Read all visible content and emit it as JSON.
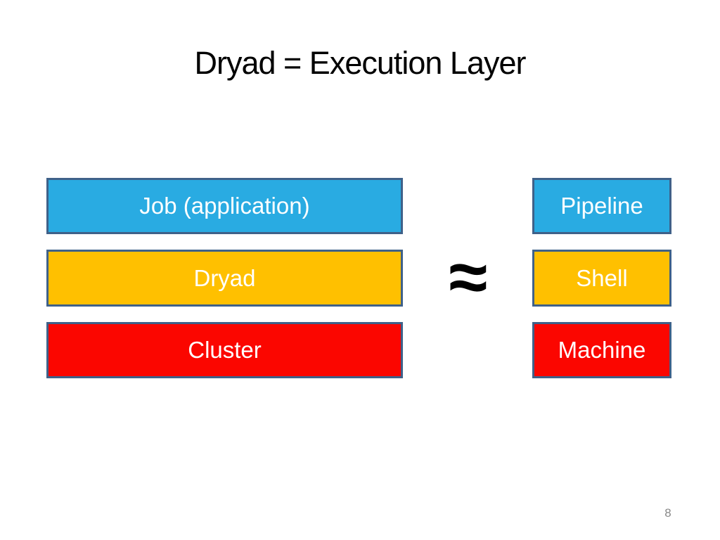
{
  "slide": {
    "title": "Dryad = Execution Layer",
    "approx_symbol": "≈",
    "page_number": "8",
    "left_column": [
      {
        "label": "Job (application)",
        "color": "#29ABE2"
      },
      {
        "label": "Dryad",
        "color": "#FFC000"
      },
      {
        "label": "Cluster",
        "color": "#FB0600"
      }
    ],
    "right_column": [
      {
        "label": "Pipeline",
        "color": "#29ABE2"
      },
      {
        "label": "Shell",
        "color": "#FFC000"
      },
      {
        "label": "Machine",
        "color": "#FB0600"
      }
    ],
    "colors": {
      "box_border": "#3F6189",
      "box_text": "#FFFFFF",
      "title_text": "#000000",
      "page_number_text": "#898989"
    }
  }
}
